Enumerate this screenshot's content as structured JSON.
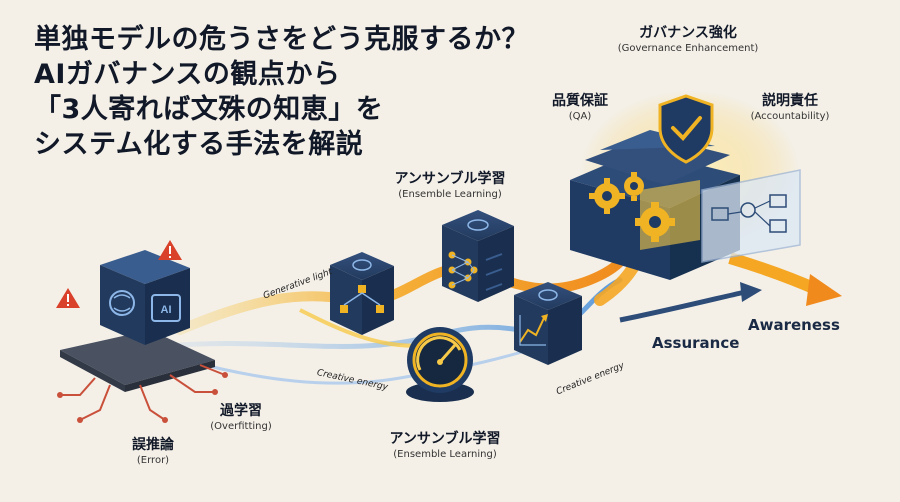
{
  "title": {
    "lines": [
      "単独モデルの危うさをどう克服するか？",
      "AIガバナンスの観点から",
      "「3人寄れば文殊の知恵」を",
      "システム化する手法を解説"
    ]
  },
  "labels": {
    "governance": {
      "jp": "ガバナンス強化",
      "en": "(Governance Enhancement)"
    },
    "qa": {
      "jp": "品質保証",
      "en": "(QA)"
    },
    "accountability": {
      "jp": "説明責任",
      "en": "(Accountability)"
    },
    "ensemble_top": {
      "jp": "アンサンブル学習",
      "en": "(Ensemble Learning)"
    },
    "ensemble_bottom": {
      "jp": "アンサンブル学習",
      "en": "(Ensemble Learning)"
    },
    "overfitting": {
      "jp": "過学習",
      "en": "(Overfitting)"
    },
    "error": {
      "jp": "誤推論",
      "en": "(Error)"
    }
  },
  "flow": {
    "generative_light": "Generative light",
    "creative_energy_1": "Creative energy",
    "creative_energy_2": "Creative energy",
    "assurance": "Assurance",
    "awareness": "Awareness"
  },
  "chip_text": "AI",
  "icons": [
    "brain-icon",
    "warning-icon",
    "hierarchy-icon",
    "neural-network-icon",
    "trend-chart-icon",
    "gauge-icon",
    "shield-check-icon",
    "gear-icon",
    "flowchart-panel-icon",
    "arrow-icon"
  ],
  "colors": {
    "navy": "#1f3a63",
    "gold": "#f0b323",
    "orange": "#f5a623",
    "blue_glow": "#4a90d9",
    "warning_red": "#d9412b",
    "background": "#f4f0e8"
  }
}
